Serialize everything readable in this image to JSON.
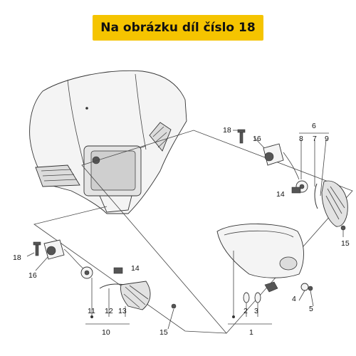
{
  "banner": {
    "text": "Na obrázku díl číslo 18",
    "color": "#f5c400"
  },
  "labels": {
    "l18a": "18",
    "l16a": "16",
    "l6": "6",
    "l7": "7",
    "l8": "8",
    "l9": "9",
    "l14a": "14",
    "l15a": "15",
    "l18b": "18",
    "l16b": "16",
    "l14b": "14",
    "l11": "11",
    "l12": "12",
    "l13": "13",
    "l10": "10",
    "l15b": "15",
    "l2": "2",
    "l3": "3",
    "l1": "1",
    "l4": "4",
    "l5": "5"
  }
}
